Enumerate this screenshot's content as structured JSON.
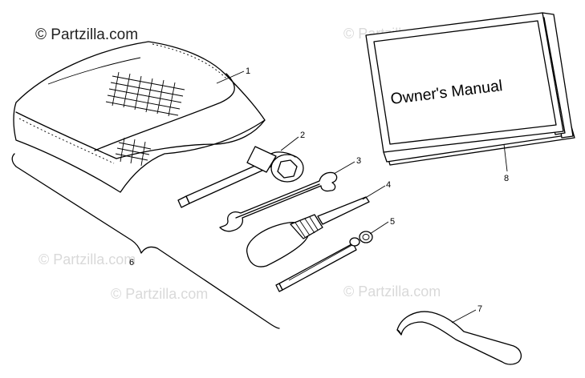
{
  "watermarks": {
    "main": "© Partzilla.com",
    "faint": [
      "© Partzilla.com",
      "© Partzilla.com",
      "© Partzilla.com",
      "© Partzilla.com"
    ]
  },
  "manual": {
    "title": "Owner's Manual"
  },
  "callouts": {
    "tool_bag": "1",
    "socket_wrench": "2",
    "open_end_wrench": "3",
    "screwdriver": "4",
    "spark_plug_tool": "5",
    "tool_kit_group": "6",
    "spanner_wrench": "7",
    "owners_manual": "8"
  }
}
